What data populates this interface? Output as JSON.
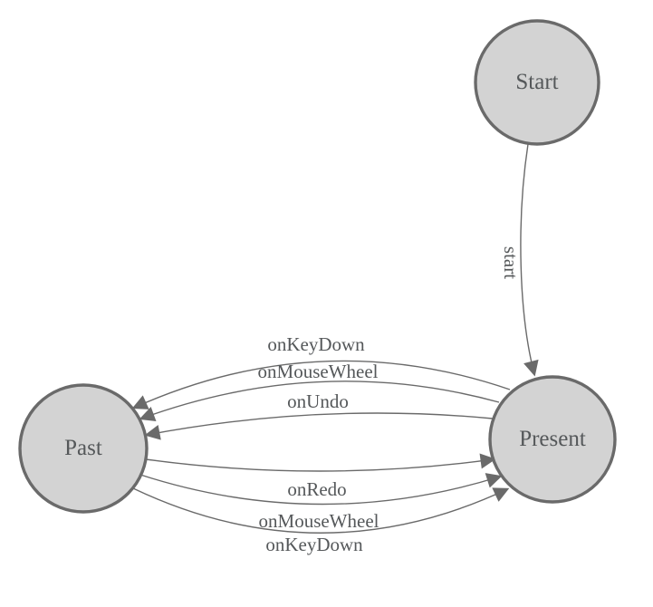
{
  "diagram": {
    "type": "state-machine",
    "nodes": [
      {
        "id": "Start",
        "label": "Start"
      },
      {
        "id": "Present",
        "label": "Present"
      },
      {
        "id": "Past",
        "label": "Past"
      }
    ],
    "edges": [
      {
        "from": "Start",
        "to": "Present",
        "label": "start"
      },
      {
        "from": "Present",
        "to": "Past",
        "label": "onKeyDown"
      },
      {
        "from": "Present",
        "to": "Past",
        "label": "onMouseWheel"
      },
      {
        "from": "Present",
        "to": "Past",
        "label": "onUndo"
      },
      {
        "from": "Past",
        "to": "Present",
        "label": "onRedo"
      },
      {
        "from": "Past",
        "to": "Present",
        "label": "onMouseWheel"
      },
      {
        "from": "Past",
        "to": "Present",
        "label": "onKeyDown"
      }
    ],
    "colors": {
      "background": "#ffffff",
      "node_fill": "#d3d3d3",
      "node_border": "#6a6a6a",
      "edge_stroke": "#6a6a6a",
      "arrowhead": "#6a6a6a",
      "label_text": "#55585a"
    }
  }
}
